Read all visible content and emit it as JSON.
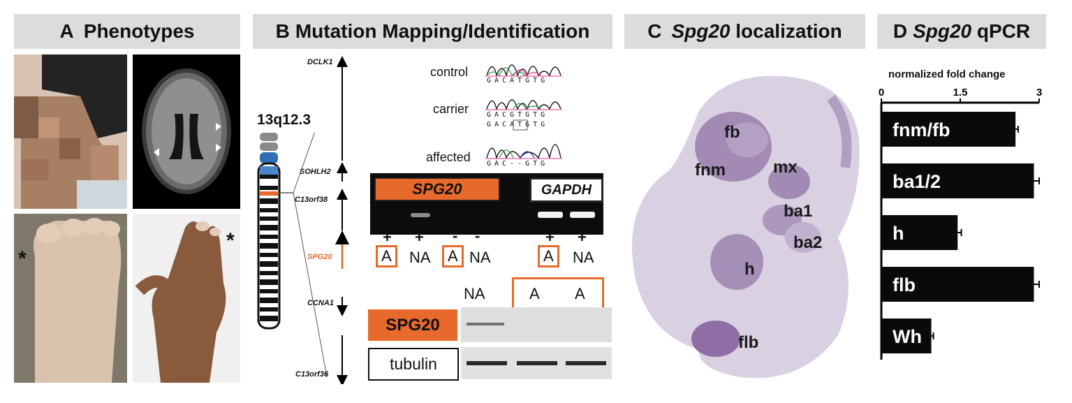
{
  "panels": {
    "a": {
      "letter": "A",
      "title": "Phenotypes"
    },
    "b": {
      "letter": "B",
      "title": "Mutation Mapping/Identification"
    },
    "c": {
      "letter": "C",
      "title_italic": "Spg20",
      "title_rest": " localization"
    },
    "d": {
      "letter": "D",
      "title_italic": "Spg20",
      "title_rest": " qPCR"
    }
  },
  "panel_a": {
    "asterisk": "*"
  },
  "panel_b": {
    "chromosome_label": "13q12.3",
    "genes": [
      "DCLK1",
      "SOHLH2",
      "C13orf38",
      "SPG20",
      "CCNA1",
      "C13orf36"
    ],
    "chromatogram_labels": [
      "control",
      "carrier",
      "affected"
    ],
    "seq_control": "GACATGTG",
    "seq_carrier_1": "GACGTGTG",
    "seq_carrier_2": "GACATGTG",
    "seq_affected": "GAC--GTG",
    "gel": {
      "labels": [
        "SPG20",
        "GAPDH"
      ],
      "signs": [
        "+",
        "+",
        "-",
        "-",
        "+",
        "+"
      ],
      "genotypes": [
        "A",
        "NA",
        "A",
        "NA",
        "A",
        "NA"
      ]
    },
    "western": {
      "genotypes": [
        "NA",
        "A",
        "A"
      ],
      "labels": [
        "SPG20",
        "tubulin"
      ]
    }
  },
  "panel_c": {
    "labels": [
      "fb",
      "fnm",
      "mx",
      "ba1",
      "ba2",
      "h",
      "flb"
    ]
  },
  "chart_data": {
    "type": "bar",
    "orientation": "horizontal",
    "title": "normalized fold change",
    "categories": [
      "fnm/fb",
      "ba1/2",
      "h",
      "flb",
      "Wh"
    ],
    "values": [
      2.55,
      2.9,
      1.45,
      2.9,
      0.95
    ],
    "errors": [
      0.05,
      0.1,
      0.07,
      0.1,
      0.04
    ],
    "xlim": [
      0,
      3
    ],
    "ticks": [
      "0",
      "1.5",
      "3"
    ],
    "colors": {
      "bar": "#0a0a0a",
      "accent": "#e8692c"
    }
  }
}
